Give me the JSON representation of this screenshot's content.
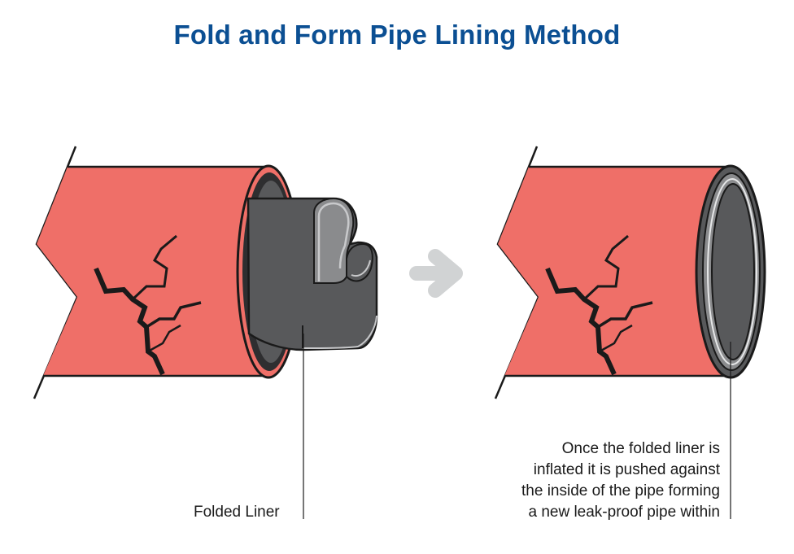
{
  "title": "Fold and Form Pipe Lining Method",
  "labels": {
    "folded_liner": "Folded Liner",
    "result_lines": [
      "Once the folded liner is",
      "inflated it is pushed against",
      "the inside of the pipe forming",
      "a new leak-proof pipe within"
    ]
  },
  "colors": {
    "title": "#0b4f93",
    "pipe": "#ef6f68",
    "liner_dark": "#58595b",
    "liner_light": "#8a8b8d",
    "arrow": "#d1d3d4",
    "outline": "#1a1a1a"
  }
}
